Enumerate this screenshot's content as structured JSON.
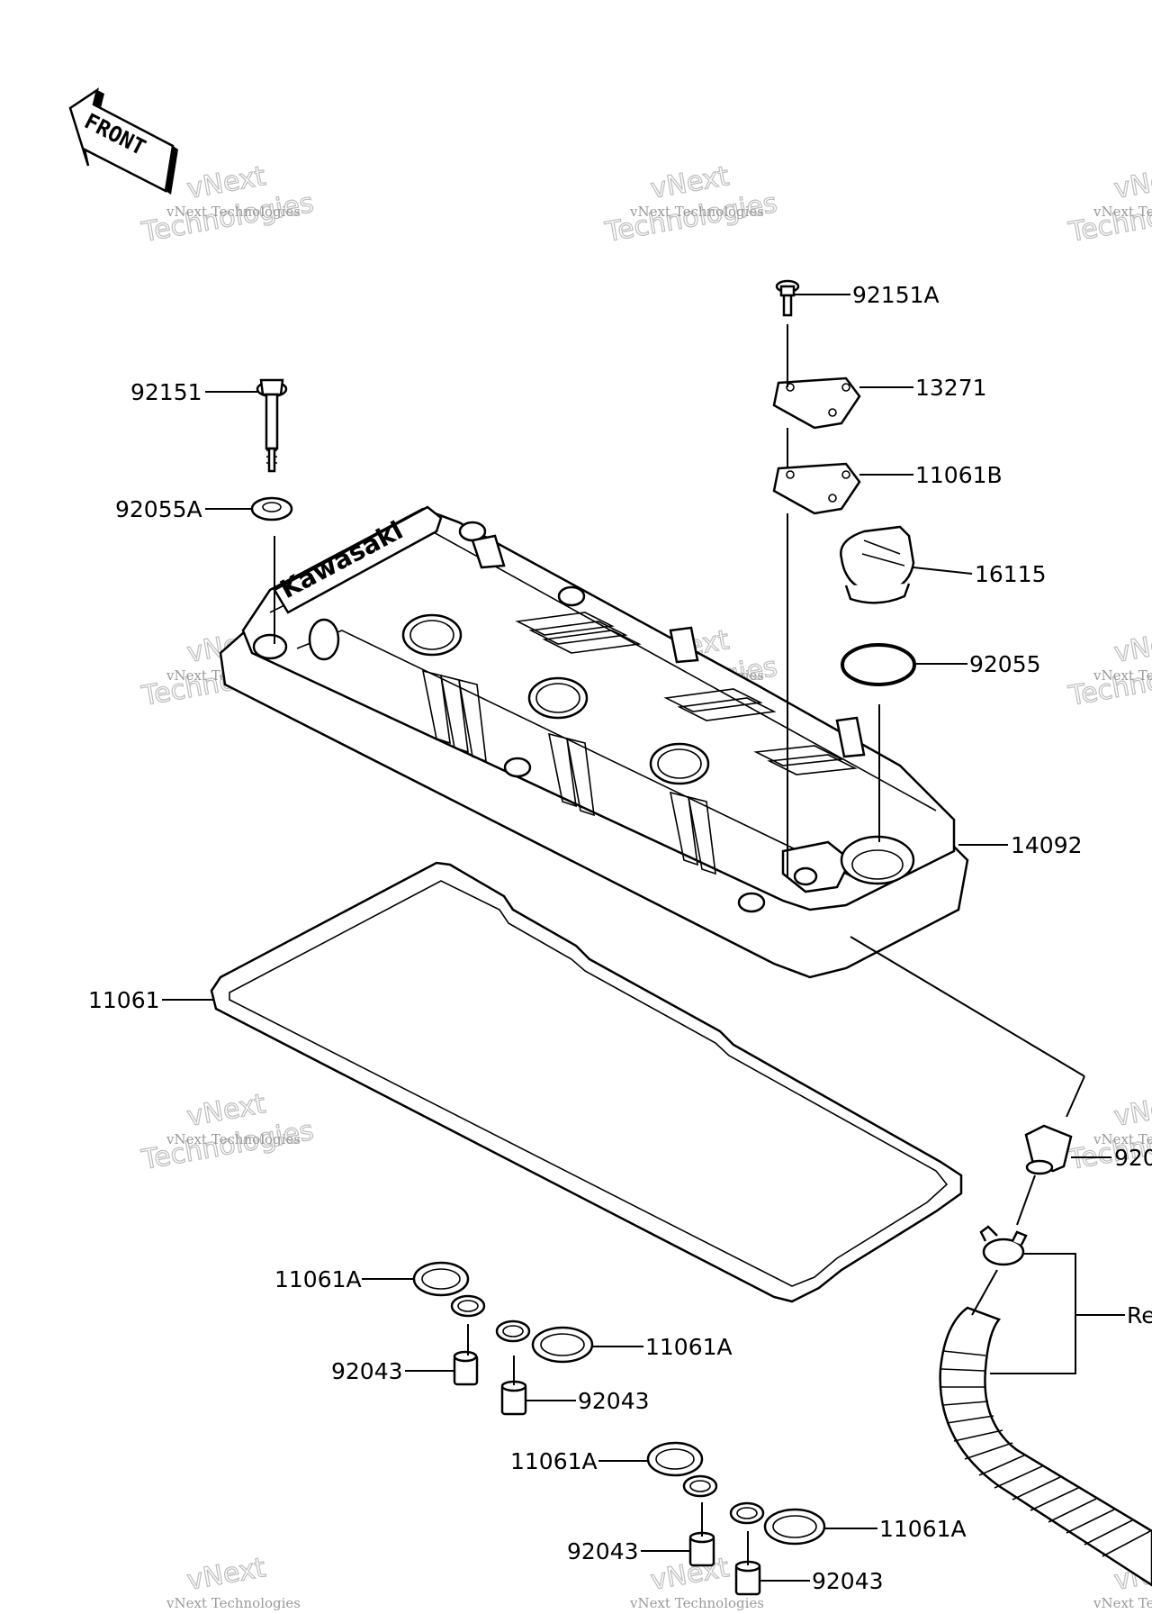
{
  "diagram": {
    "front_label": "FRONT",
    "brand_text": "Kawasaki",
    "watermark_small": "vNext Technologies",
    "watermark_large_1": "vNext",
    "watermark_large_2": "Technologies",
    "callouts": [
      {
        "id": "92151A",
        "label": "92151A"
      },
      {
        "id": "13271",
        "label": "13271"
      },
      {
        "id": "11061B",
        "label": "11061B"
      },
      {
        "id": "16115",
        "label": "16115"
      },
      {
        "id": "92055",
        "label": "92055"
      },
      {
        "id": "14092",
        "label": "14092"
      },
      {
        "id": "92151",
        "label": "92151"
      },
      {
        "id": "92055A",
        "label": "92055A"
      },
      {
        "id": "11061",
        "label": "11061"
      },
      {
        "id": "920x",
        "label": "920"
      },
      {
        "id": "re",
        "label": "Re"
      },
      {
        "id": "11061A_1",
        "label": "11061A"
      },
      {
        "id": "92043_1",
        "label": "92043"
      },
      {
        "id": "11061A_2",
        "label": "11061A"
      },
      {
        "id": "92043_2",
        "label": "92043"
      },
      {
        "id": "11061A_3",
        "label": "11061A"
      },
      {
        "id": "92043_3",
        "label": "92043"
      },
      {
        "id": "11061A_4",
        "label": "11061A"
      },
      {
        "id": "92043_4",
        "label": "92043"
      }
    ]
  }
}
